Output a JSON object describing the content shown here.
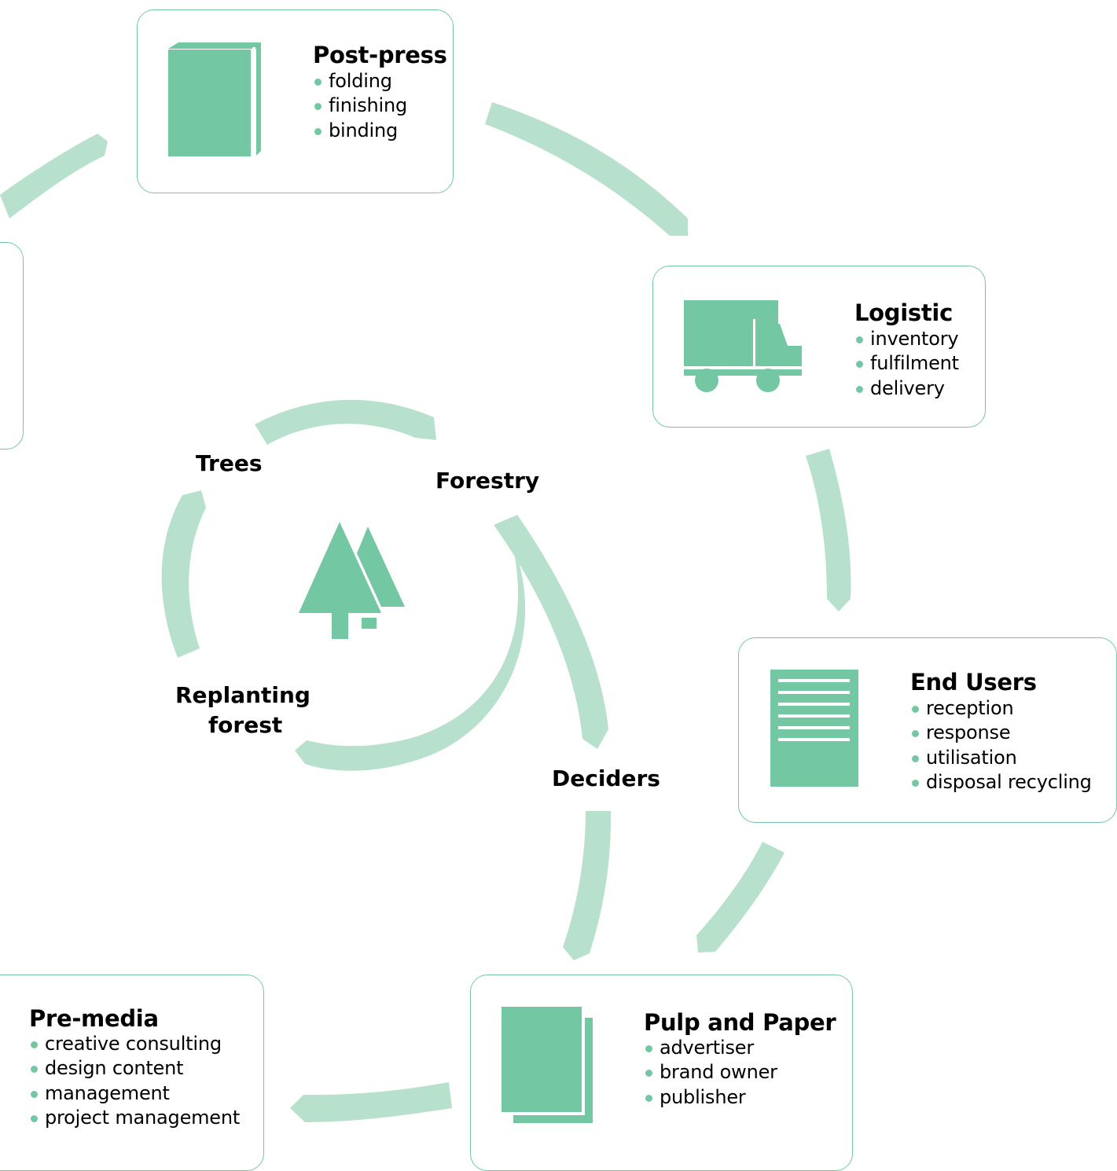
{
  "colors": {
    "accent": "#74c7a3",
    "arrow": "#b8e1cd",
    "text": "#000000",
    "background": "#ffffff"
  },
  "stages": {
    "post_press": {
      "title": "Post-press",
      "icon": "book-icon",
      "items": [
        "folding",
        "finishing",
        "binding"
      ]
    },
    "logistic": {
      "title": "Logistic",
      "icon": "truck-icon",
      "items": [
        "inventory",
        "fulfilment",
        "delivery"
      ]
    },
    "end_users": {
      "title": "End Users",
      "icon": "document-icon",
      "items": [
        "reception",
        "response",
        "utilisation",
        "disposal recycling"
      ]
    },
    "pulp_paper": {
      "title": "Pulp and Paper",
      "icon": "paper-stack-icon",
      "items": [
        "advertiser",
        "brand owner",
        "publisher"
      ]
    },
    "pre_media": {
      "title": "Pre-media",
      "items": [
        "creative consulting",
        "design content",
        "management",
        "project management"
      ]
    }
  },
  "inner_cycle": {
    "icon": "trees-icon",
    "labels": {
      "trees": "Trees",
      "forestry": "Forestry",
      "replanting_line1": "Replanting",
      "replanting_line2": "forest",
      "deciders": "Deciders"
    }
  }
}
